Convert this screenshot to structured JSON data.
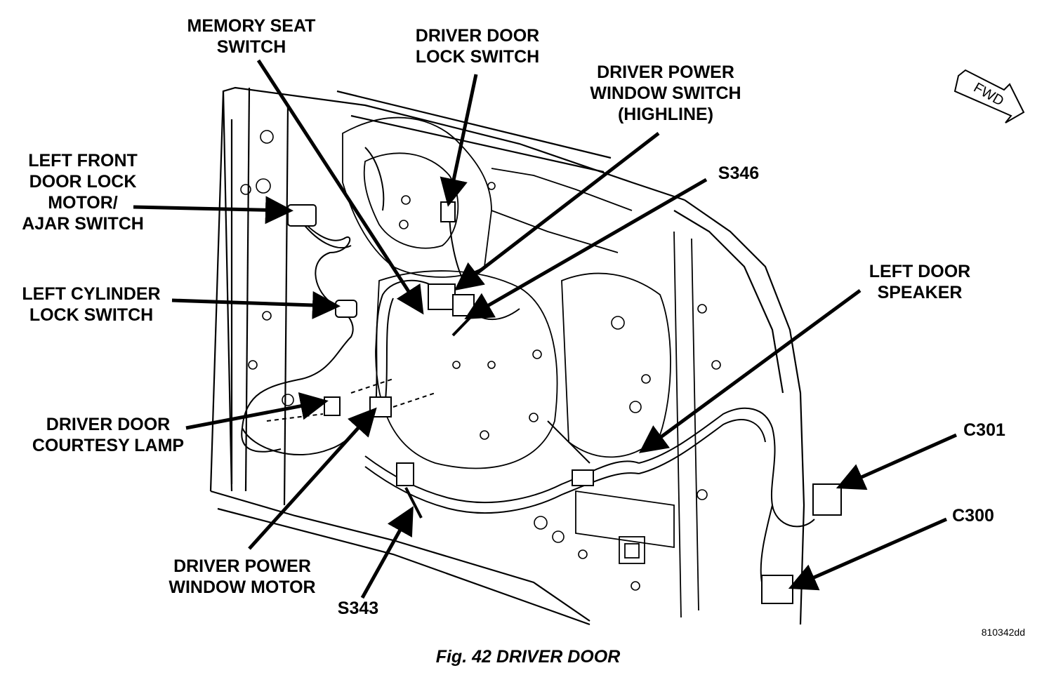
{
  "labels": {
    "memory_seat_switch": [
      "MEMORY SEAT",
      "SWITCH"
    ],
    "driver_door_lock_switch": [
      "DRIVER DOOR",
      "LOCK SWITCH"
    ],
    "driver_power_window_switch": [
      "DRIVER POWER",
      "WINDOW SWITCH",
      "(HIGHLINE)"
    ],
    "s346": [
      "S346"
    ],
    "left_front_door_lock_motor": [
      "LEFT FRONT",
      "DOOR LOCK",
      "MOTOR/",
      "AJAR SWITCH"
    ],
    "left_cylinder_lock_switch": [
      "LEFT CYLINDER",
      "LOCK SWITCH"
    ],
    "left_door_speaker": [
      "LEFT DOOR",
      "SPEAKER"
    ],
    "driver_door_courtesy_lamp": [
      "DRIVER DOOR",
      "COURTESY LAMP"
    ],
    "c301": [
      "C301"
    ],
    "c300": [
      "C300"
    ],
    "driver_power_window_motor": [
      "DRIVER POWER",
      "WINDOW MOTOR"
    ],
    "s343": [
      "S343"
    ]
  },
  "fwd_marker": "FWD",
  "figure_code": "810342dd",
  "caption": "Fig. 42 DRIVER DOOR"
}
